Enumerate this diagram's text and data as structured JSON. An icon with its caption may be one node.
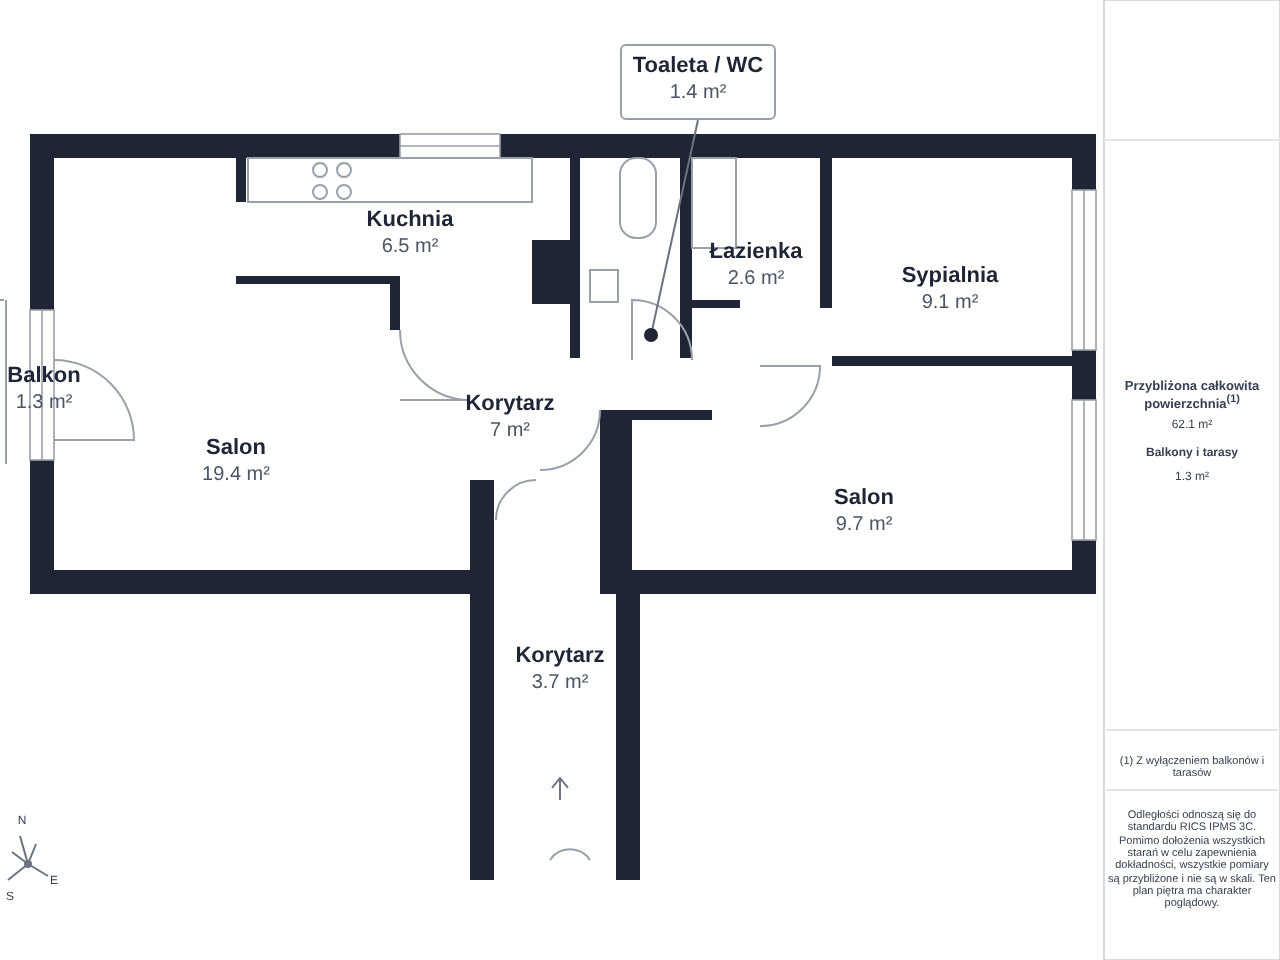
{
  "diagram": {
    "nodes": [
      {
        "text": [
          "Toaleta / WC",
          "1.4 m²"
        ]
      },
      {
        "text": [],
        "shape": "circle"
      }
    ],
    "edges": [
      {
        "from": 0,
        "to": 1,
        "arrow": "none"
      }
    ],
    "labels": [
      "Kuchnia",
      "6.5 m²",
      "Łazienka",
      "2.6 m²",
      "Sypialnia",
      "9.1 m²",
      "Balkon",
      "1.3 m²",
      "Salon",
      "19.4 m²",
      "Korytarz",
      "7 m²",
      "Salon",
      "9.7 m²",
      "Korytarz",
      "3.7 m²",
      "Przybliżona całkowita powierzchnia$^{(1)}$",
      "62.1 m²",
      "Balkony i tarasy",
      "1.3 m²",
      "(1) Z wyłączeniem balkonów i tarasów",
      "Odległości odnoszą się do standardu RICS IPMS 3C. Pomimo dołożenia wszystkich starań w celu zapewnienia dokładności, wszystkie pomiary są przybliżone i nie są w skali. Ten plan piętra ma charakter poglądowy.",
      "N",
      "E",
      "S"
    ]
  }
}
